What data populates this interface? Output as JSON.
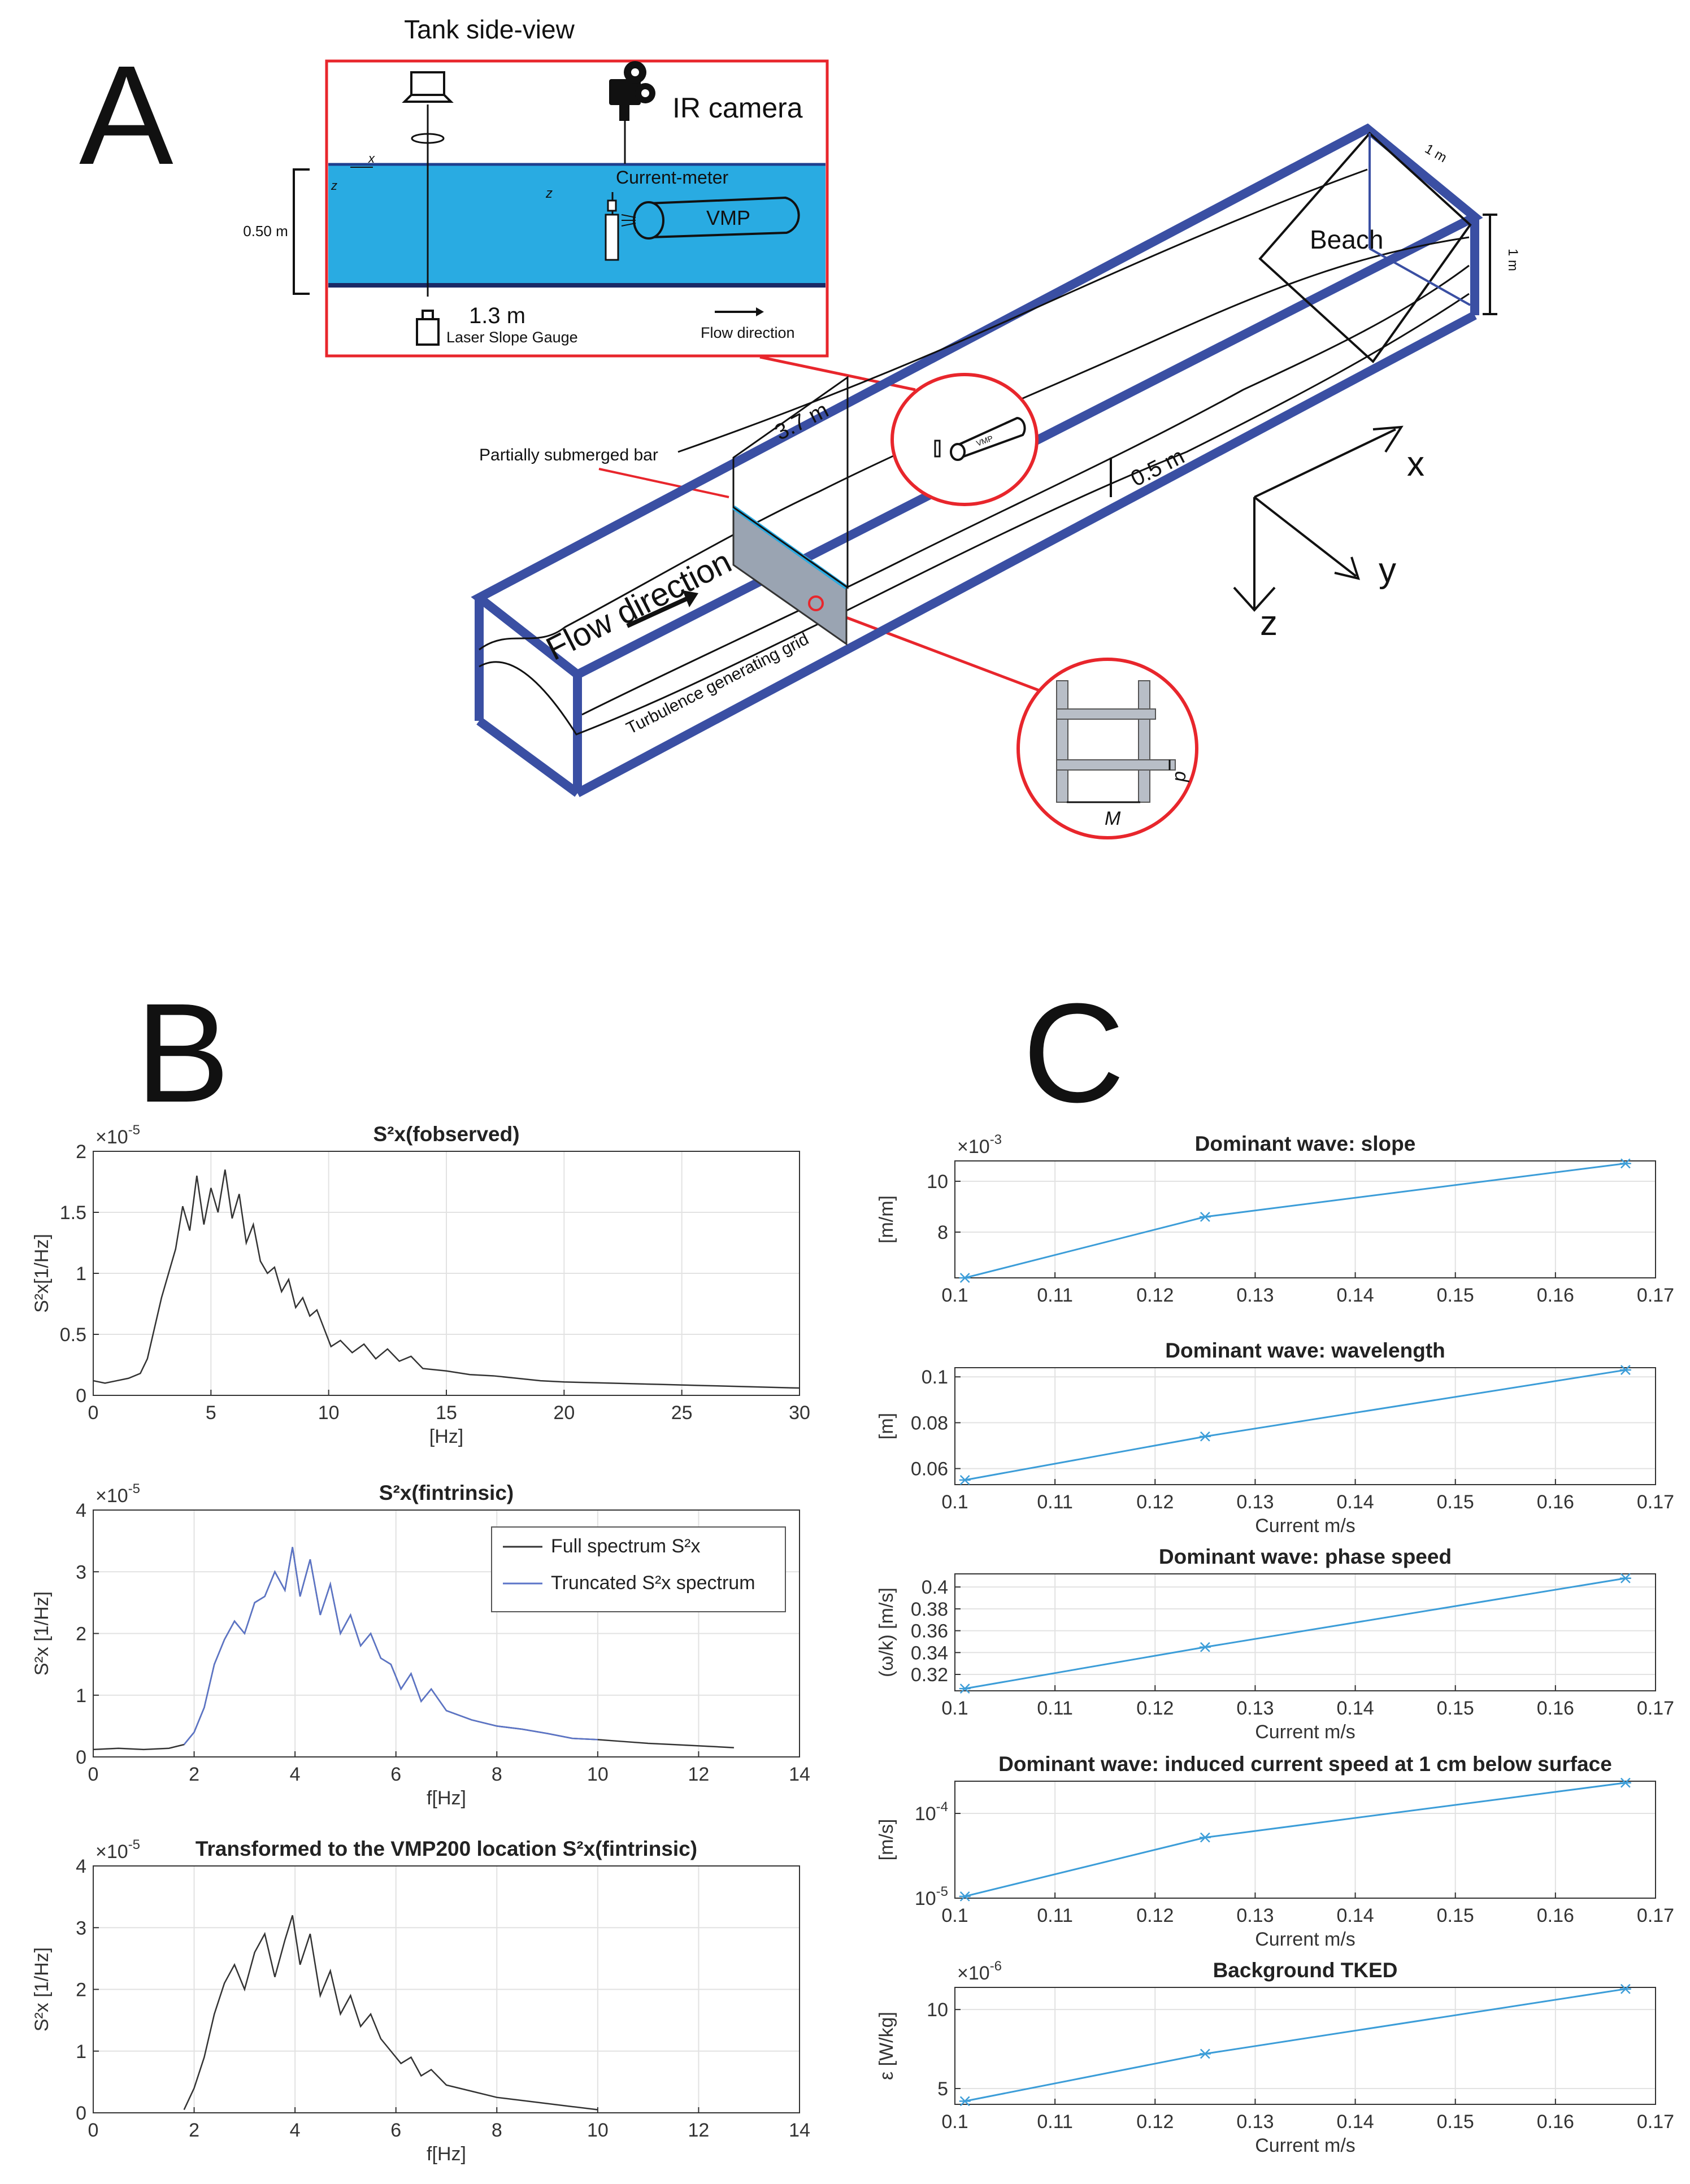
{
  "panels": {
    "a": "A",
    "b": "B",
    "c": "C"
  },
  "schematic": {
    "title": "Tank side-view",
    "ir_camera": "IR camera",
    "current_meter": "Current-meter",
    "vmp": "VMP",
    "depth": "0.50 m",
    "length_13": "1.3 m",
    "laser_gauge": "Laser Slope Gauge",
    "flow_small": "Flow direction",
    "x_small": "x",
    "z_small": "z",
    "z2_small": "z",
    "tank_length": "3.7 m",
    "water_depth": "0.5 m",
    "beach": "Beach",
    "beach_w": "1 m",
    "beach_h": "1 m",
    "partial_bar": "Partially submerged bar",
    "flow_big": "Flow direction",
    "grid": "Turbulence generating grid",
    "axis_x": "x",
    "axis_y": "y",
    "axis_z": "z",
    "grid_m": "M",
    "grid_d": "d",
    "vmp_small": "VMP"
  },
  "colors": {
    "tank_blue": "#3a4fa3",
    "water": "#29abe2",
    "red_outline": "#e8262c",
    "series_full": "#333333",
    "series_truncated": "#5b74c8",
    "panel_c_line": "#3c9dd8"
  },
  "chart_data": [
    {
      "type": "line",
      "title": "S²x(fobserved)",
      "multiplier": "×10",
      "multiplier_exp": "-5",
      "xlabel": "[Hz]",
      "ylabel": "S²x[1/Hz]",
      "xlim": [
        0,
        30
      ],
      "ylim": [
        0,
        2
      ],
      "xticks": [
        "0",
        "5",
        "10",
        "15",
        "20",
        "25",
        "30"
      ],
      "yticks": [
        "0",
        "0.5",
        "1",
        "1.5",
        "2"
      ],
      "grid": true,
      "series": [
        {
          "x": [
            0,
            0.5,
            1,
            1.5,
            2,
            2.3,
            2.6,
            2.9,
            3.2,
            3.5,
            3.8,
            4.1,
            4.4,
            4.7,
            5.0,
            5.3,
            5.6,
            5.9,
            6.2,
            6.5,
            6.8,
            7.1,
            7.4,
            7.7,
            8.0,
            8.3,
            8.6,
            8.9,
            9.2,
            9.5,
            9.8,
            10.1,
            10.5,
            11,
            11.5,
            12,
            12.5,
            13,
            13.5,
            14,
            15,
            16,
            17,
            18,
            19,
            20,
            22,
            24,
            26,
            28,
            30
          ],
          "y": [
            0.12,
            0.1,
            0.12,
            0.14,
            0.18,
            0.3,
            0.55,
            0.8,
            1.0,
            1.2,
            1.55,
            1.35,
            1.8,
            1.4,
            1.7,
            1.5,
            1.85,
            1.45,
            1.65,
            1.25,
            1.4,
            1.1,
            1.0,
            1.05,
            0.85,
            0.95,
            0.72,
            0.8,
            0.65,
            0.7,
            0.55,
            0.4,
            0.45,
            0.35,
            0.42,
            0.3,
            0.38,
            0.28,
            0.32,
            0.22,
            0.2,
            0.17,
            0.16,
            0.14,
            0.12,
            0.11,
            0.1,
            0.09,
            0.08,
            0.07,
            0.06
          ]
        }
      ]
    },
    {
      "type": "line",
      "title": "S²x(fintrinsic)",
      "multiplier": "×10",
      "multiplier_exp": "-5",
      "xlabel": "f[Hz]",
      "ylabel": "S²x [1/Hz]",
      "xlim": [
        0,
        14
      ],
      "ylim": [
        0,
        4
      ],
      "xticks": [
        "0",
        "2",
        "4",
        "6",
        "8",
        "10",
        "12",
        "14"
      ],
      "yticks": [
        "0",
        "1",
        "2",
        "3",
        "4"
      ],
      "grid": true,
      "legend": [
        "Full spectrum S²x",
        "Truncated S²x spectrum"
      ],
      "series": [
        {
          "name": "Full spectrum S²x",
          "x": [
            0,
            0.5,
            1.0,
            1.5,
            1.8,
            2.0,
            2.2,
            2.4,
            2.6,
            2.8,
            3.0,
            3.2,
            3.4,
            3.6,
            3.8,
            3.95,
            4.1,
            4.3,
            4.5,
            4.7,
            4.9,
            5.1,
            5.3,
            5.5,
            5.7,
            5.9,
            6.1,
            6.3,
            6.5,
            6.7,
            7.0,
            7.5,
            8.0,
            8.5,
            9.0,
            9.5,
            10.0,
            10.5,
            11.0,
            11.5,
            12.0,
            12.7
          ],
          "y": [
            0.12,
            0.14,
            0.12,
            0.14,
            0.2,
            0.4,
            0.8,
            1.5,
            1.9,
            2.2,
            2.0,
            2.5,
            2.6,
            3.0,
            2.7,
            3.4,
            2.6,
            3.2,
            2.3,
            2.8,
            2.0,
            2.3,
            1.8,
            2.0,
            1.6,
            1.5,
            1.1,
            1.35,
            0.9,
            1.1,
            0.75,
            0.6,
            0.5,
            0.45,
            0.38,
            0.3,
            0.28,
            0.25,
            0.22,
            0.2,
            0.18,
            0.15
          ]
        },
        {
          "name": "Truncated S²x spectrum",
          "x": [
            1.8,
            2.0,
            2.2,
            2.4,
            2.6,
            2.8,
            3.0,
            3.2,
            3.4,
            3.6,
            3.8,
            3.95,
            4.1,
            4.3,
            4.5,
            4.7,
            4.9,
            5.1,
            5.3,
            5.5,
            5.7,
            5.9,
            6.1,
            6.3,
            6.5,
            6.7,
            7.0,
            7.5,
            8.0,
            8.5,
            9.0,
            9.5,
            10.0
          ],
          "y": [
            0.2,
            0.4,
            0.8,
            1.5,
            1.9,
            2.2,
            2.0,
            2.5,
            2.6,
            3.0,
            2.7,
            3.4,
            2.6,
            3.2,
            2.3,
            2.8,
            2.0,
            2.3,
            1.8,
            2.0,
            1.6,
            1.5,
            1.1,
            1.35,
            0.9,
            1.1,
            0.75,
            0.6,
            0.5,
            0.45,
            0.38,
            0.3,
            0.28
          ]
        }
      ]
    },
    {
      "type": "line",
      "title": "Transformed to the VMP200 location S²x(fintrinsic)",
      "multiplier": "×10",
      "multiplier_exp": "-5",
      "xlabel": "f[Hz]",
      "ylabel": "S²x [1/Hz]",
      "xlim": [
        0,
        14
      ],
      "ylim": [
        0,
        4
      ],
      "xticks": [
        "0",
        "2",
        "4",
        "6",
        "8",
        "10",
        "12",
        "14"
      ],
      "yticks": [
        "0",
        "1",
        "2",
        "3",
        "4"
      ],
      "grid": true,
      "series": [
        {
          "x": [
            1.8,
            2.0,
            2.2,
            2.4,
            2.6,
            2.8,
            3.0,
            3.2,
            3.4,
            3.6,
            3.8,
            3.95,
            4.1,
            4.3,
            4.5,
            4.7,
            4.9,
            5.1,
            5.3,
            5.5,
            5.7,
            5.9,
            6.1,
            6.3,
            6.5,
            6.7,
            7.0,
            7.5,
            8.0,
            8.5,
            9.0,
            9.5,
            10.0
          ],
          "y": [
            0.05,
            0.4,
            0.9,
            1.6,
            2.1,
            2.4,
            2.0,
            2.6,
            2.9,
            2.2,
            2.8,
            3.2,
            2.4,
            2.9,
            1.9,
            2.3,
            1.6,
            1.9,
            1.4,
            1.6,
            1.2,
            1.0,
            0.8,
            0.9,
            0.6,
            0.7,
            0.45,
            0.35,
            0.25,
            0.2,
            0.15,
            0.1,
            0.05
          ]
        }
      ]
    },
    {
      "type": "line",
      "title": "Dominant wave: slope",
      "multiplier": "×10",
      "multiplier_exp": "-3",
      "xlabel": "",
      "ylabel": "[m/m]",
      "xlim": [
        0.1,
        0.17
      ],
      "ylim": [
        6.2,
        10.8
      ],
      "xticks": [
        "0.1",
        "0.11",
        "0.12",
        "0.13",
        "0.14",
        "0.15",
        "0.16",
        "0.17"
      ],
      "yticks": [
        "8",
        "10"
      ],
      "ytick_values": [
        8,
        10
      ],
      "grid": true,
      "series": [
        {
          "x": [
            0.101,
            0.125,
            0.167
          ],
          "y": [
            6.2,
            8.6,
            10.7
          ]
        }
      ]
    },
    {
      "type": "line",
      "title": "Dominant wave: wavelength",
      "xlabel": "Current m/s",
      "ylabel": "[m]",
      "xlim": [
        0.1,
        0.17
      ],
      "ylim": [
        0.053,
        0.104
      ],
      "xticks": [
        "0.1",
        "0.11",
        "0.12",
        "0.13",
        "0.14",
        "0.15",
        "0.16",
        "0.17"
      ],
      "yticks": [
        "0.06",
        "0.08",
        "0.1"
      ],
      "ytick_values": [
        0.06,
        0.08,
        0.1
      ],
      "grid": true,
      "series": [
        {
          "x": [
            0.101,
            0.125,
            0.167
          ],
          "y": [
            0.055,
            0.074,
            0.103
          ]
        }
      ]
    },
    {
      "type": "line",
      "title": "Dominant wave: phase speed",
      "xlabel": "Current m/s",
      "ylabel": "(ω/k) [m/s]",
      "xlim": [
        0.1,
        0.17
      ],
      "ylim": [
        0.305,
        0.412
      ],
      "xticks": [
        "0.1",
        "0.11",
        "0.12",
        "0.13",
        "0.14",
        "0.15",
        "0.16",
        "0.17"
      ],
      "yticks": [
        "0.32",
        "0.34",
        "0.36",
        "0.38",
        "0.4"
      ],
      "ytick_values": [
        0.32,
        0.34,
        0.36,
        0.38,
        0.4
      ],
      "grid": true,
      "series": [
        {
          "x": [
            0.101,
            0.125,
            0.167
          ],
          "y": [
            0.307,
            0.345,
            0.408
          ]
        }
      ]
    },
    {
      "type": "line",
      "title": "Dominant wave: induced current speed at 1 cm below surface",
      "xlabel": "Current m/s",
      "ylabel": "[m/s]",
      "log_y": true,
      "xlim": [
        0.1,
        0.17
      ],
      "ylim": [
        1e-05,
        0.00024
      ],
      "xticks": [
        "0.1",
        "0.11",
        "0.12",
        "0.13",
        "0.14",
        "0.15",
        "0.16",
        "0.17"
      ],
      "yticks": [
        "10",
        "10"
      ],
      "ytick_exps": [
        "-5",
        "-4"
      ],
      "ytick_values": [
        1e-05,
        0.0001
      ],
      "grid": true,
      "series": [
        {
          "x": [
            0.101,
            0.125,
            0.167
          ],
          "y": [
            1.05e-05,
            5.2e-05,
            0.00023
          ]
        }
      ]
    },
    {
      "type": "line",
      "title": "Background TKED",
      "multiplier": "×10",
      "multiplier_exp": "-6",
      "xlabel": "Current m/s",
      "ylabel": "ε [W/kg]",
      "xlim": [
        0.1,
        0.17
      ],
      "ylim": [
        4,
        11.4
      ],
      "xticks": [
        "0.1",
        "0.11",
        "0.12",
        "0.13",
        "0.14",
        "0.15",
        "0.16",
        "0.17"
      ],
      "yticks": [
        "5",
        "10"
      ],
      "ytick_values": [
        5,
        10
      ],
      "grid": true,
      "series": [
        {
          "x": [
            0.101,
            0.125,
            0.167
          ],
          "y": [
            4.2,
            7.2,
            11.3
          ]
        }
      ]
    }
  ]
}
